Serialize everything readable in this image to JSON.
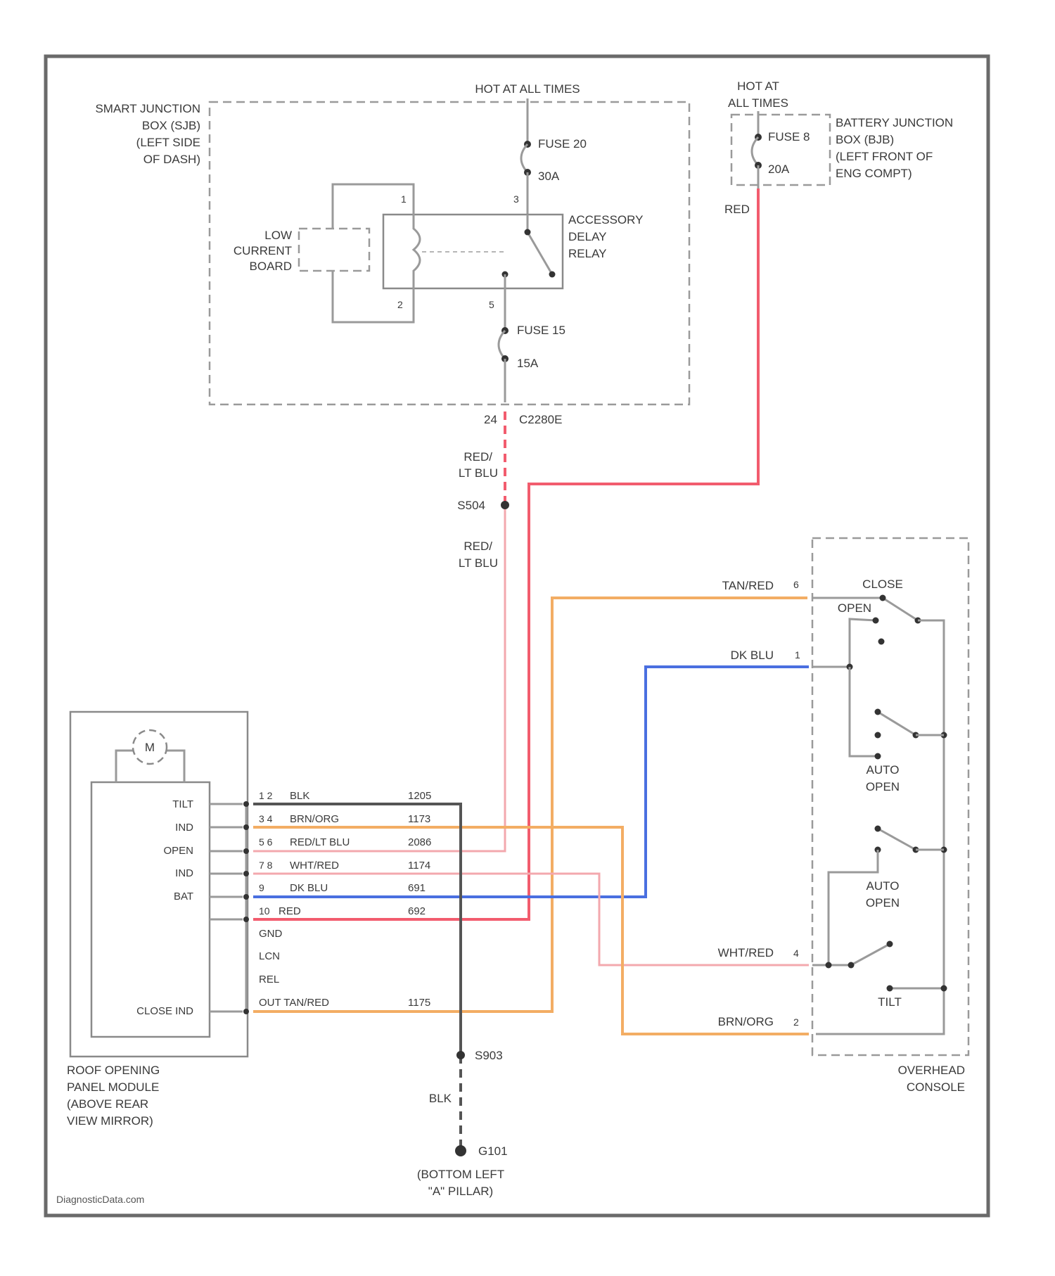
{
  "colors": {
    "red": "#f25c6e",
    "orange": "#f3ad64",
    "blue": "#4a6fe0",
    "pink": "#f3a8ae",
    "dark": "#555555",
    "gray": "#9a9a9a"
  },
  "labels": {
    "hot_main": "HOT AT ALL TIMES",
    "hot_batt_1": "HOT AT",
    "hot_batt_2": "ALL TIMES",
    "sjb_1": "SMART JUNCTION",
    "sjb_2": "BOX (SJB)",
    "sjb_3": "(LEFT SIDE",
    "sjb_4": "OF DASH)",
    "fuse20": "FUSE 20",
    "fuse20_amp": "30A",
    "pin1": "1",
    "pin3": "3",
    "pin2": "2",
    "pin5": "5",
    "lcb_1": "LOW",
    "lcb_2": "CURRENT",
    "lcb_3": "BOARD",
    "relay_1": "ACCESSORY",
    "relay_2": "DELAY",
    "relay_3": "RELAY",
    "fuse15": "FUSE 15",
    "fuse15_amp": "15A",
    "sjb_pin": "24",
    "sjb_conn": "C2280E",
    "red_ltblu_1a": "RED/",
    "red_ltblu_1b": "LT BLU",
    "splice": "S504",
    "red_ltblu_2a": "RED/",
    "red_ltblu_2b": "LT BLU",
    "fuse8": "FUSE 8",
    "fuse8_amp": "20A",
    "bjb_1": "BATTERY JUNCTION",
    "bjb_2": "BOX (BJB)",
    "bjb_3": "(LEFT FRONT OF",
    "bjb_4": "ENG COMPT)",
    "red_wire": "RED",
    "motor": "M",
    "mod_tilt": "TILT",
    "mod_ind": "IND",
    "mod_open": "OPEN",
    "mod_ind2": "IND",
    "mod_bat": "BAT",
    "mod_close": "CLOSE IND",
    "mod_gnd": "GND",
    "mod_lcn": "LCN",
    "mod_rel": "REL",
    "mod_out": "OUT TAN/RED",
    "row1_pin": "1 2",
    "row1_color": "BLK",
    "row1_circ": "1205",
    "row2_pin": "3 4",
    "row2_color": "BRN/ORG",
    "row2_circ": "1173",
    "row3_pin": "5 6",
    "row3_color": "RED/LT BLU",
    "row3_circ": "2086",
    "row4_pin": "7 8",
    "row4_color": "WHT/RED",
    "row4_circ": "1174",
    "row5_pin": "9",
    "row5_color": "DK BLU",
    "row5_circ": "691",
    "row6_pin": "10",
    "row6_color": "RED",
    "row6_circ": "692",
    "row7_circ": "1175",
    "module_1": "ROOF OPENING",
    "module_2": "PANEL MODULE",
    "module_3": "(ABOVE REAR",
    "module_4": "VIEW MIRROR)",
    "tan_red": "TAN/RED",
    "dk_blu": "DK BLU",
    "wht_red": "WHT/RED",
    "brn_org": "BRN/ORG",
    "cp_6": "6",
    "cp_1": "1",
    "cp_4": "4",
    "cp_2": "2",
    "close": "CLOSE",
    "open": "OPEN",
    "auto_open_1a": "AUTO",
    "auto_open_1b": "OPEN",
    "auto_open_2a": "AUTO",
    "auto_open_2b": "OPEN",
    "tilt": "TILT",
    "console_1": "OVERHEAD",
    "console_2": "CONSOLE",
    "s903": "S903",
    "blk": "BLK",
    "g101": "G101",
    "pillar_1": "(BOTTOM LEFT",
    "pillar_2": "\"A\" PILLAR)",
    "watermark": "DiagnosticData.com"
  }
}
